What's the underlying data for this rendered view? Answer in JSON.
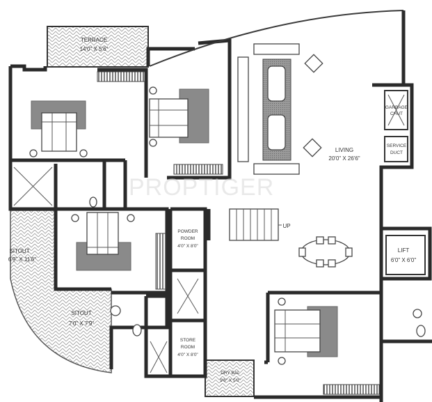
{
  "watermark": "PROPTIGER",
  "rooms": {
    "terrace": {
      "name": "TERRACE",
      "size": "14'0\" X 5'6\""
    },
    "living": {
      "name": "LIVING",
      "size": "20'0\" X 26'6\""
    },
    "garbage_chute": {
      "name": "GARBAGE",
      "name2": "CHUT"
    },
    "service_duct": {
      "name": "SERVICE",
      "name2": "DUCT"
    },
    "sitout_1": {
      "name": "SITOUT",
      "size": "6'9\" X 11'6\""
    },
    "sitout_2": {
      "name": "SITOUT",
      "size": "7'0\" X 7'9\""
    },
    "powder_room": {
      "name": "POWDER",
      "name2": "ROOM",
      "size": "4'0\" X 8'0\""
    },
    "store_room": {
      "name": "STORE",
      "name2": "ROOM",
      "size": "4'0\" X 8'0\""
    },
    "dry_bal": {
      "name": "DRY BAL",
      "size": "9'6\" X 5'0\""
    },
    "lift": {
      "name": "LIFT",
      "size": "6'0\" X 6'0\""
    }
  },
  "stairs": {
    "label": "UP"
  }
}
